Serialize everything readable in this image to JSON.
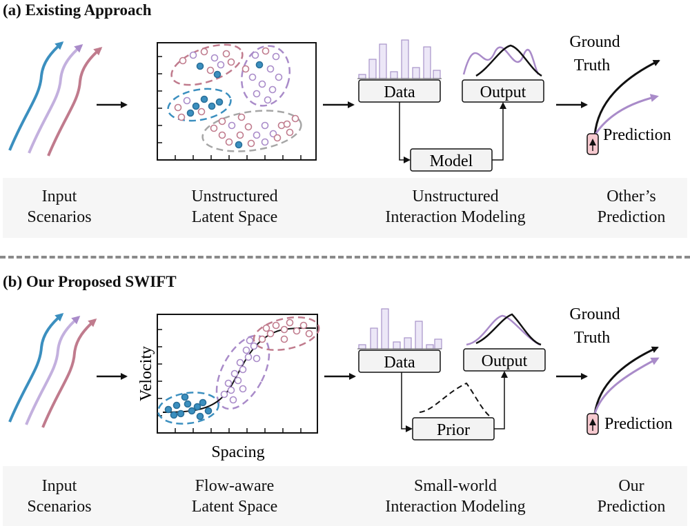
{
  "panel_a": {
    "title": "(a) Existing Approach",
    "captions": {
      "input": [
        "Input",
        "Scenarios"
      ],
      "latent": [
        "Unstructured",
        "Latent Space"
      ],
      "interaction": [
        "Unstructured",
        "Interaction Modeling"
      ],
      "prediction": [
        "Other’s",
        "Prediction"
      ]
    },
    "labels": {
      "data": "Data",
      "output": "Output",
      "model": "Model",
      "ground_truth": [
        "Ground",
        "Truth"
      ],
      "prediction": "Prediction"
    }
  },
  "panel_b": {
    "title": "(b) Our Proposed SWIFT",
    "captions": {
      "input": [
        "Input",
        "Scenarios"
      ],
      "latent": [
        "Flow-aware",
        "Latent Space"
      ],
      "interaction": [
        "Small-world",
        "Interaction Modeling"
      ],
      "prediction": [
        "Our",
        "Prediction"
      ]
    },
    "labels": {
      "data": "Data",
      "output": "Output",
      "prior": "Prior",
      "ground_truth": [
        "Ground",
        "Truth"
      ],
      "prediction": "Prediction",
      "xlabel": "Spacing",
      "ylabel": "Velocity"
    }
  },
  "colors": {
    "blue": "#3b8fbf",
    "purple": "#a98bc9",
    "pink": "#c07b8d",
    "gray": "#a6a6a6",
    "bar_fill": "#ece7f7",
    "bar_stroke": "#a792c9"
  }
}
